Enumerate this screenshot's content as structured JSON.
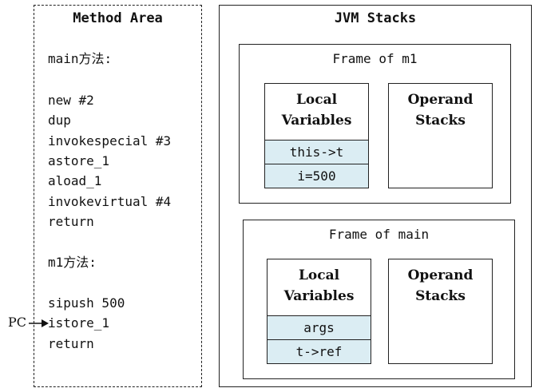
{
  "method_area": {
    "title": "Method Area",
    "lines": [
      "main方法:",
      "",
      "new #2",
      "dup",
      "invokespecial #3",
      "astore_1",
      "aload_1",
      "invokevirtual #4",
      "return",
      "",
      "m1方法:",
      "",
      "sipush 500",
      "istore_1",
      "return"
    ],
    "pc_label": "PC"
  },
  "jvm_stacks": {
    "title": "JVM Stacks",
    "frames": [
      {
        "title": "Frame of m1",
        "local_variables": {
          "title_line1": "Local",
          "title_line2": "Variables",
          "cells": [
            "this->t",
            "i=500"
          ]
        },
        "operand_stacks": {
          "title_line1": "Operand",
          "title_line2": "Stacks"
        }
      },
      {
        "title": "Frame of main",
        "local_variables": {
          "title_line1": "Local",
          "title_line2": "Variables",
          "cells": [
            "args",
            "t->ref"
          ]
        },
        "operand_stacks": {
          "title_line1": "Operand",
          "title_line2": "Stacks"
        }
      }
    ]
  },
  "colors": {
    "cell_fill": "#dbedf3",
    "border": "#222222"
  }
}
